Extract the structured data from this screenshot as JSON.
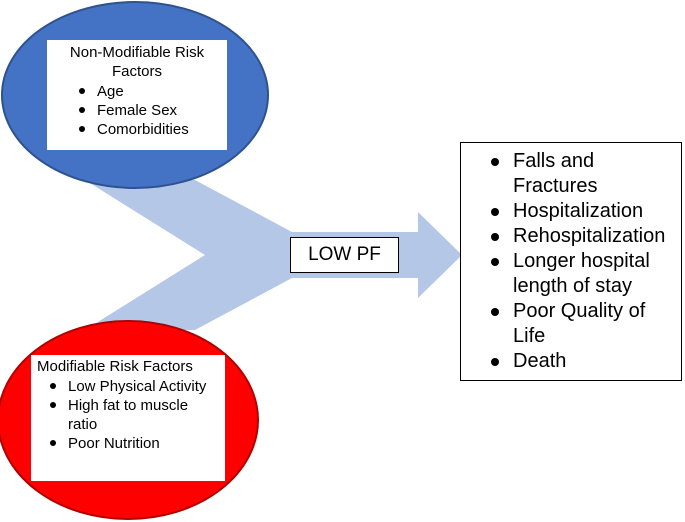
{
  "colors": {
    "nonmodifiable_circle": "#4472C4",
    "modifiable_circle": "#FF0000",
    "arrow": "#B4C7E7",
    "box_border": "#000000"
  },
  "nonmodifiable": {
    "title": "Non-Modifiable Risk Factors",
    "items": [
      "Age",
      "Female Sex",
      "Comorbidities"
    ]
  },
  "modifiable": {
    "title": "Modifiable Risk Factors",
    "items": [
      "Low Physical Activity",
      "High fat to muscle ratio",
      "Poor Nutrition"
    ]
  },
  "center_label": "LOW PF",
  "outcomes": {
    "items": [
      "Falls and Fractures",
      "Hospitalization",
      "Rehospitalization",
      "Longer hospital length of stay",
      "Poor Quality of Life",
      "Death"
    ]
  }
}
